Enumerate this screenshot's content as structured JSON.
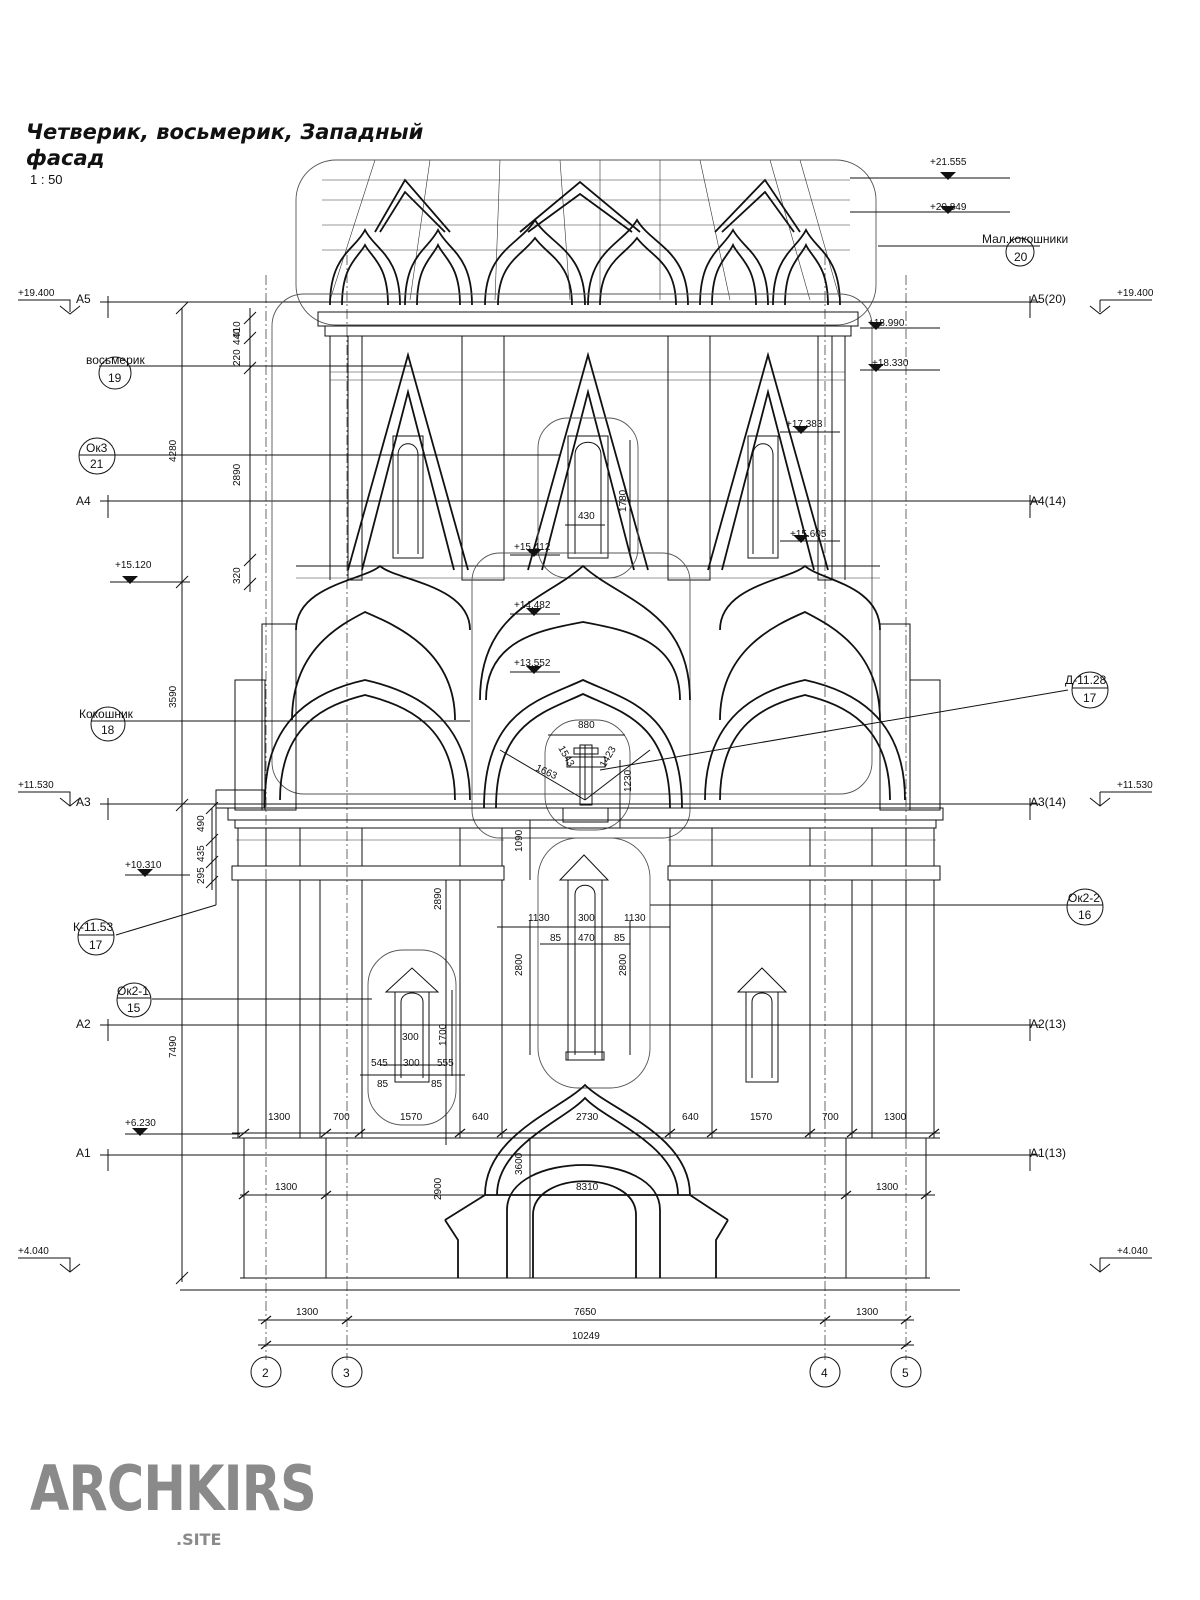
{
  "drawing": {
    "title_line1": "Четверик, восьмерик, Западный",
    "title_line2": "фасад",
    "scale": "1 : 50"
  },
  "levels": {
    "top_1": "+21.555",
    "top_2": "+20.849",
    "a5_left": "+19.400",
    "a5_right": "+19.400",
    "l_18990": "+18.990",
    "l_18330": "+18.330",
    "l_17383": "+17.383",
    "l_15605": "+15.605",
    "l_15412": "+15.412",
    "l_15120": "+15.120",
    "l_14482": "+14.482",
    "l_13552": "+13.552",
    "a3_left": "+11.530",
    "a3_right": "+11.530",
    "l_10310": "+10.310",
    "l_6230": "+6.230",
    "base_left": "+4.040",
    "base_right": "+4.040"
  },
  "axes": {
    "a5": "А5",
    "a5_r": "А5(20)",
    "a4": "А4",
    "a4_r": "А4(14)",
    "a3": "А3",
    "a3_r": "А3(14)",
    "a2": "А2",
    "a2_r": "А2(13)",
    "a1": "А1",
    "a1_r": "А1(13)",
    "col_2": "2",
    "col_3": "3",
    "col_4": "4",
    "col_5": "5"
  },
  "tags": {
    "mal_name": "Мал.кокошники",
    "mal_num": "20",
    "vosm_name": "восьмерик",
    "vosm_num": "19",
    "ok3_name": "Ок3",
    "ok3_num": "21",
    "kok_name": "Кокошник",
    "kok_num": "18",
    "d_name": "Д-11.28",
    "d_num": "17",
    "k_name": "К-11.53",
    "k_num": "17",
    "ok22_name": "Ок2-2",
    "ok22_num": "16",
    "ok21_name": "Ок2-1",
    "ok21_num": "15"
  },
  "dims": {
    "v410": "410",
    "v220": "220",
    "v440": "440",
    "v4280": "4280",
    "v2890a": "2890",
    "v320": "320",
    "v3590": "3590",
    "v490": "490",
    "v295": "295",
    "v435": "435",
    "v7490": "7490",
    "v1090": "1090",
    "v2890b": "2890",
    "v2900": "2900",
    "v3600": "3600",
    "v1780": "1780",
    "v2800a": "2800",
    "v2800b": "2800",
    "v1700": "1700",
    "v1230": "1230",
    "h430": "430",
    "h880": "880",
    "d1543": "1543",
    "d1423": "1423",
    "d1663": "1663",
    "h1130a": "1130",
    "h300a": "300",
    "h1130b": "1130",
    "h85a": "85",
    "h470": "470",
    "h85b": "85",
    "h300b": "300",
    "h545": "545",
    "h300c": "300",
    "h555": "555",
    "h85c": "85",
    "h85d": "85",
    "s1300a": "1300",
    "s700a": "700",
    "s1570a": "1570",
    "s640a": "640",
    "s2730": "2730",
    "s640b": "640",
    "s1570b": "1570",
    "s700b": "700",
    "s1300b": "1300",
    "b1300a": "1300",
    "b8310": "8310",
    "b1300b": "1300",
    "f1300a": "1300",
    "f7650": "7650",
    "f1300b": "1300",
    "f10249": "10249"
  },
  "watermark": {
    "name": "ARCHKIRS",
    "sub": ".SITE"
  }
}
